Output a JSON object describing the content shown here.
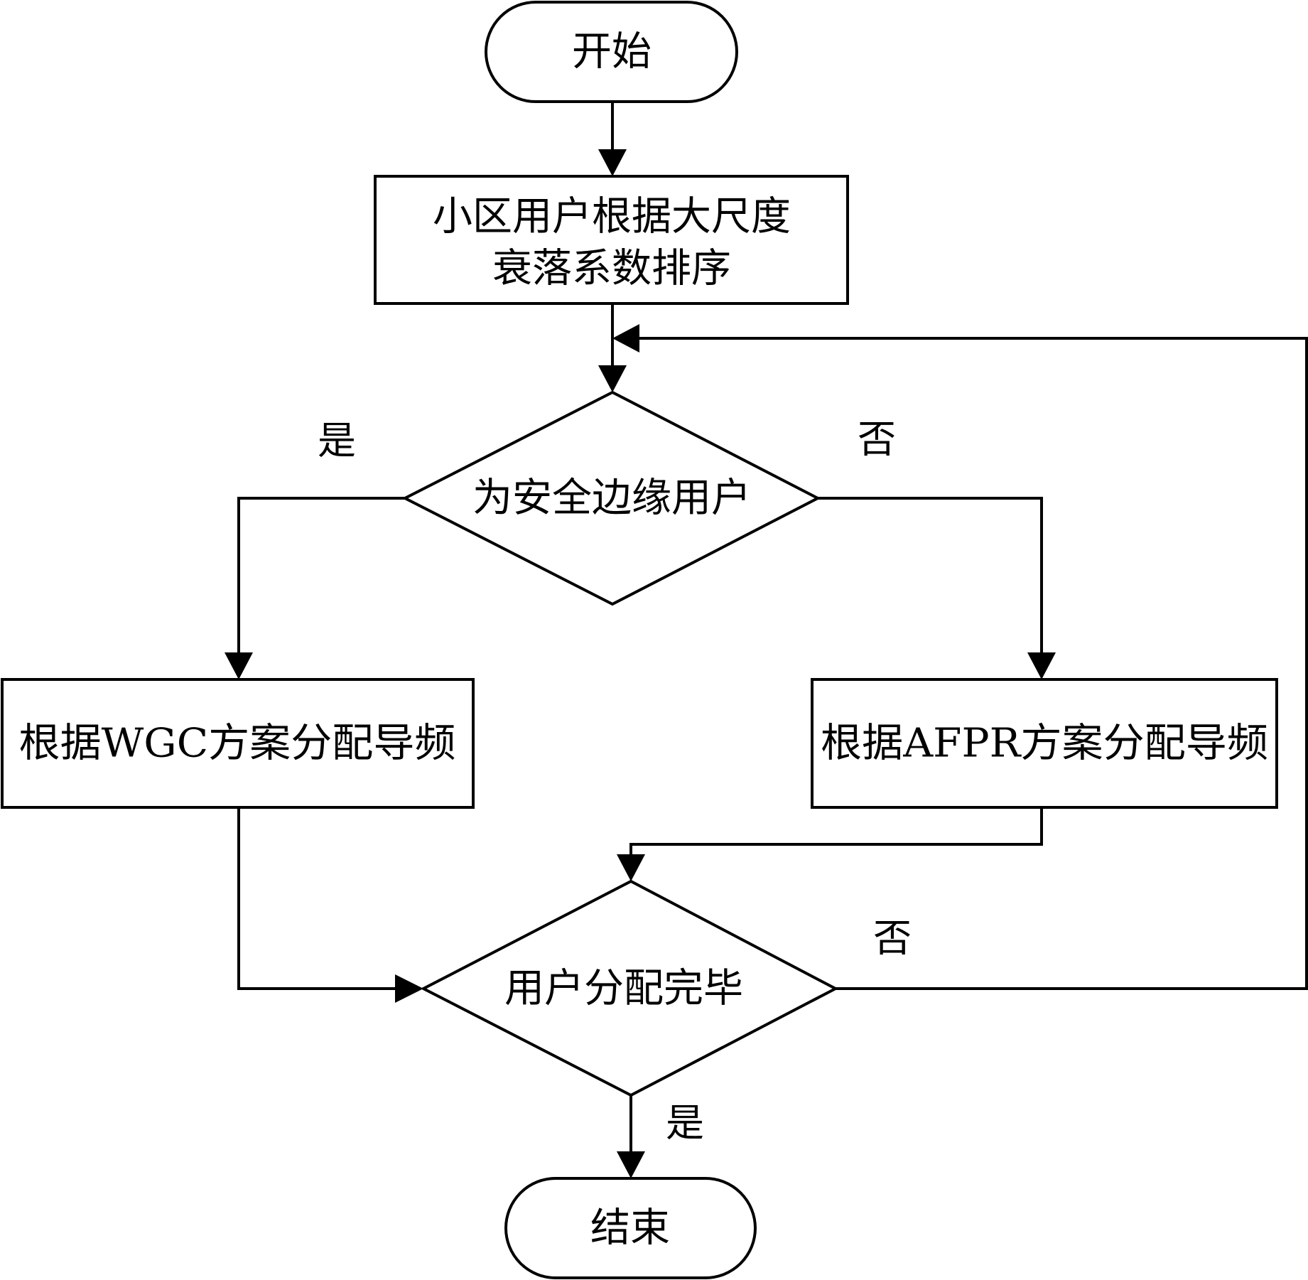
{
  "nodes": {
    "start": {
      "label": "开始"
    },
    "sort": {
      "line1": "小区用户根据大尺度",
      "line2": "衰落系数排序"
    },
    "edge_user_check": {
      "label": "为安全边缘用户"
    },
    "wgc": {
      "label": "根据WGC方案分配导频"
    },
    "afpr": {
      "label": "根据AFPR方案分配导频"
    },
    "done_check": {
      "label": "用户分配完毕"
    },
    "end": {
      "label": "结束"
    }
  },
  "edges": {
    "check_yes": {
      "label": "是"
    },
    "check_no": {
      "label": "否"
    },
    "done_no": {
      "label": "否"
    },
    "done_yes": {
      "label": "是"
    }
  },
  "colors": {
    "stroke": "#000000",
    "fill": "#ffffff"
  }
}
